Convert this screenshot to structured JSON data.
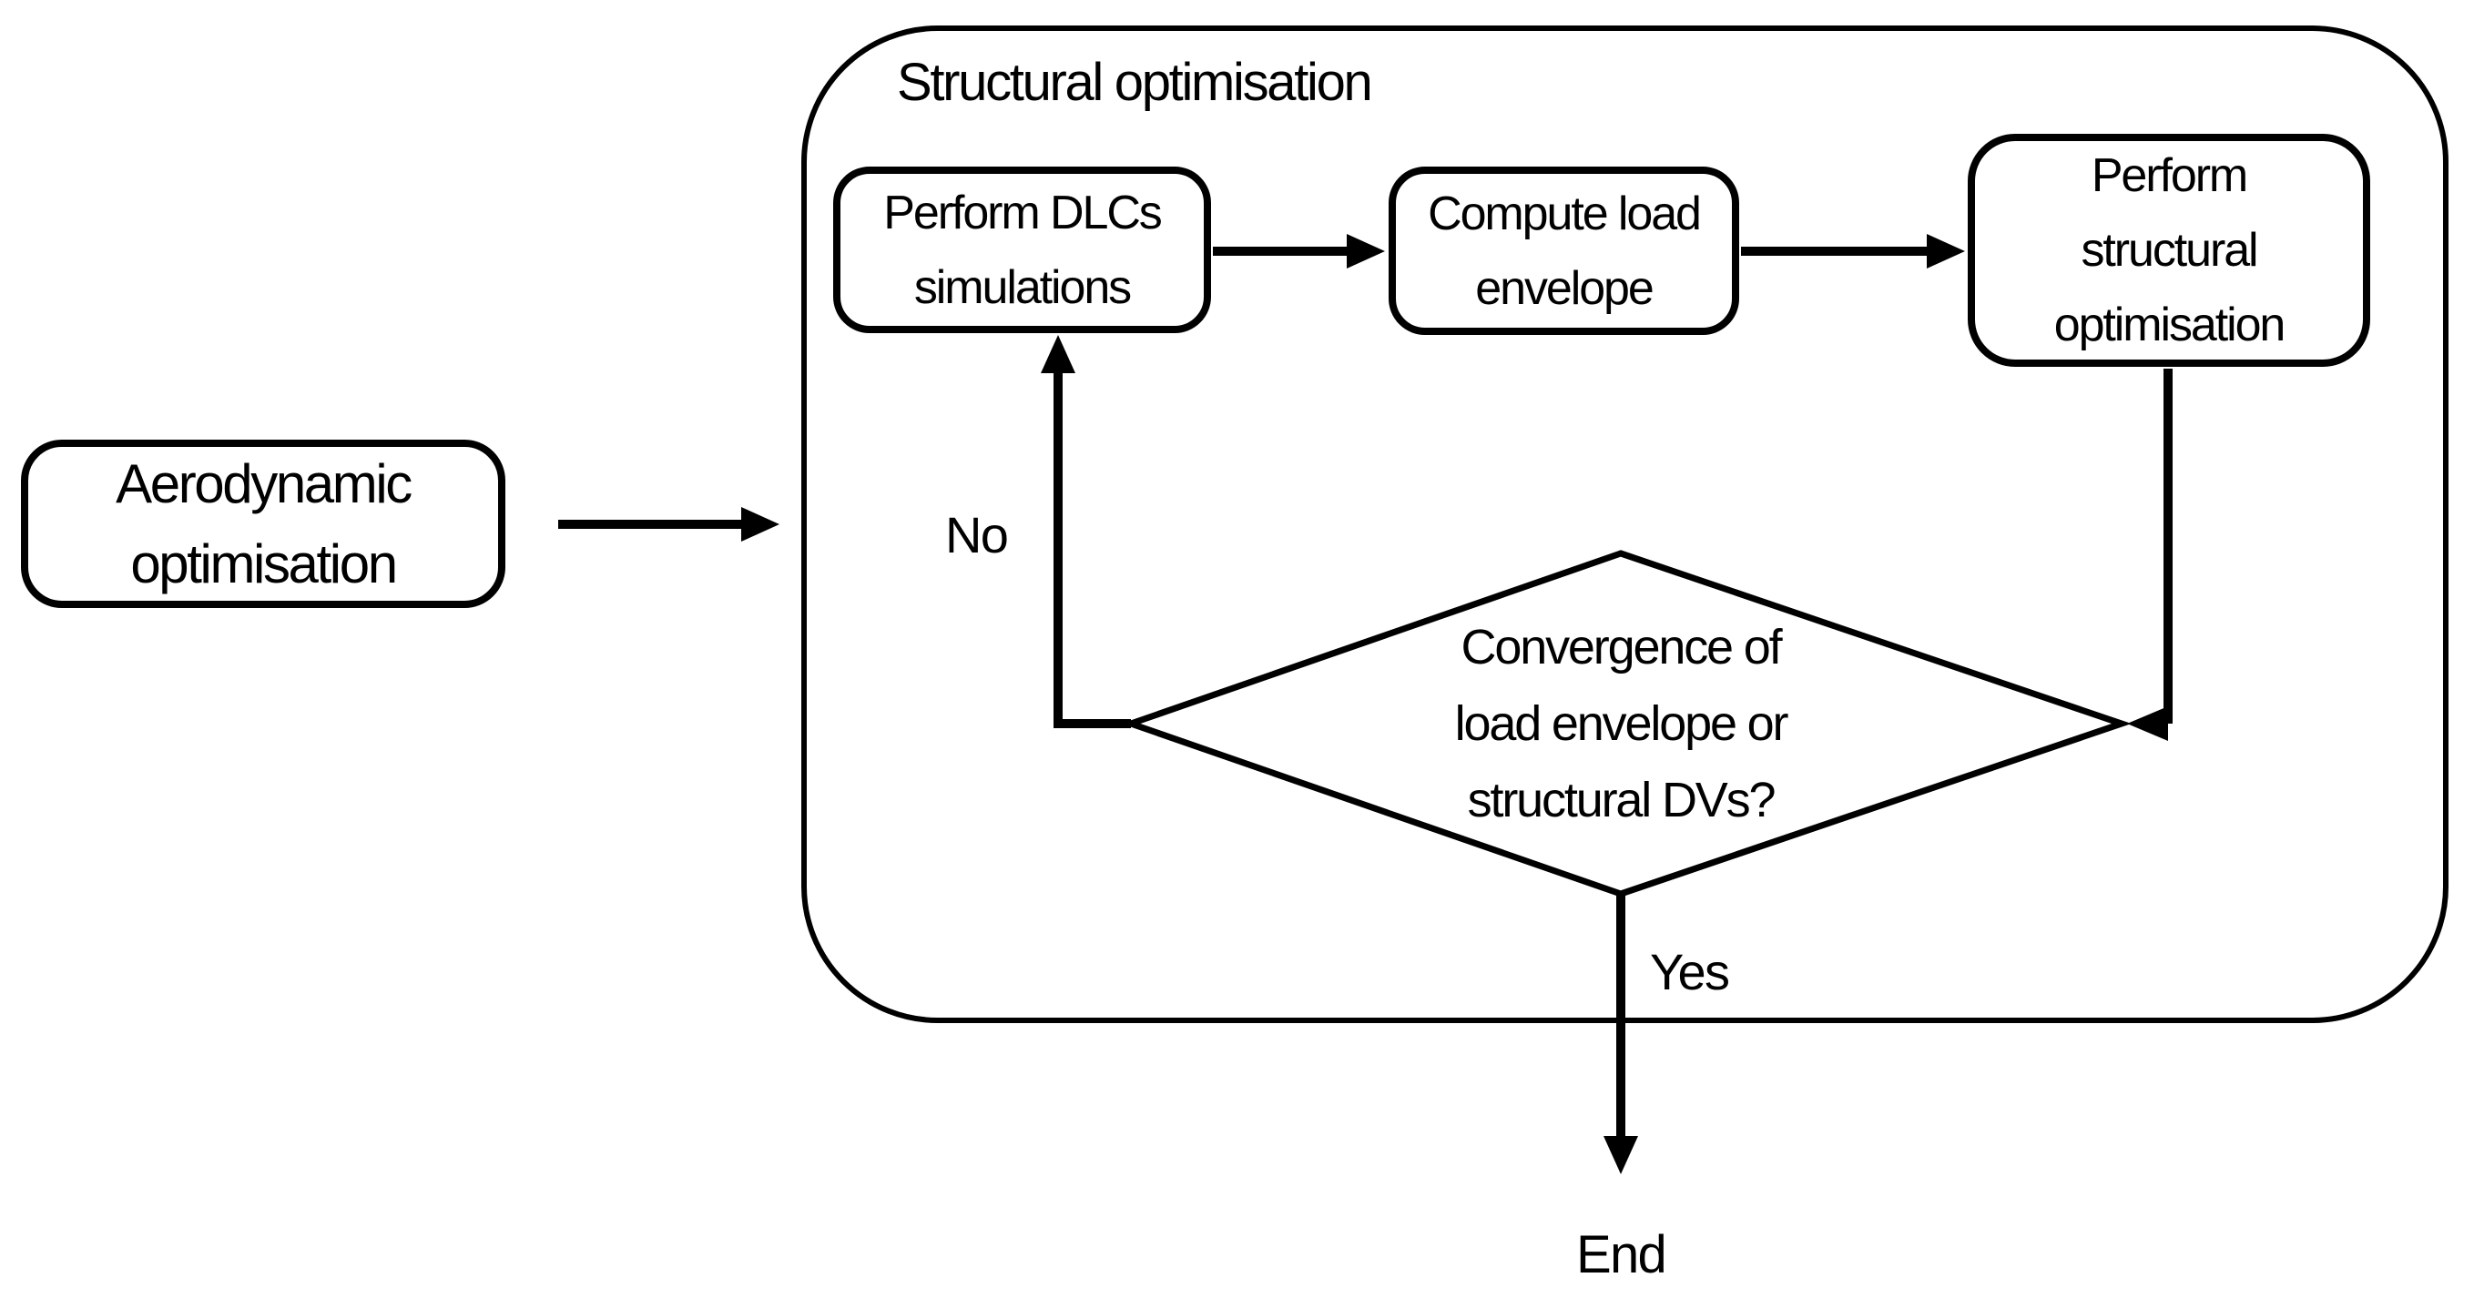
{
  "figure": {
    "type": "flowchart",
    "background_color": "#ffffff",
    "line_color": "#000000",
    "text_color": "#000000"
  },
  "nodes": {
    "aero": {
      "label": "Aerodynamic optimisation",
      "lines": [
        "Aerodynamic",
        "optimisation"
      ]
    },
    "container": {
      "title": "Structural optimisation"
    },
    "dlcs": {
      "label": "Perform DLCs simulations",
      "lines": [
        "Perform DLCs",
        "simulations"
      ]
    },
    "compute": {
      "label": "Compute load envelope",
      "lines": [
        "Compute load",
        "envelope"
      ]
    },
    "structopt": {
      "label": "Perform structural optimisation",
      "lines": [
        "Perform",
        "structural",
        "optimisation"
      ]
    },
    "decision": {
      "label": "Convergence of load envelope or structural DVs?",
      "lines": [
        "Convergence of",
        "load envelope or",
        "structural DVs?"
      ]
    },
    "end": {
      "label": "End"
    }
  },
  "edge_labels": {
    "no": "No",
    "yes": "Yes"
  }
}
